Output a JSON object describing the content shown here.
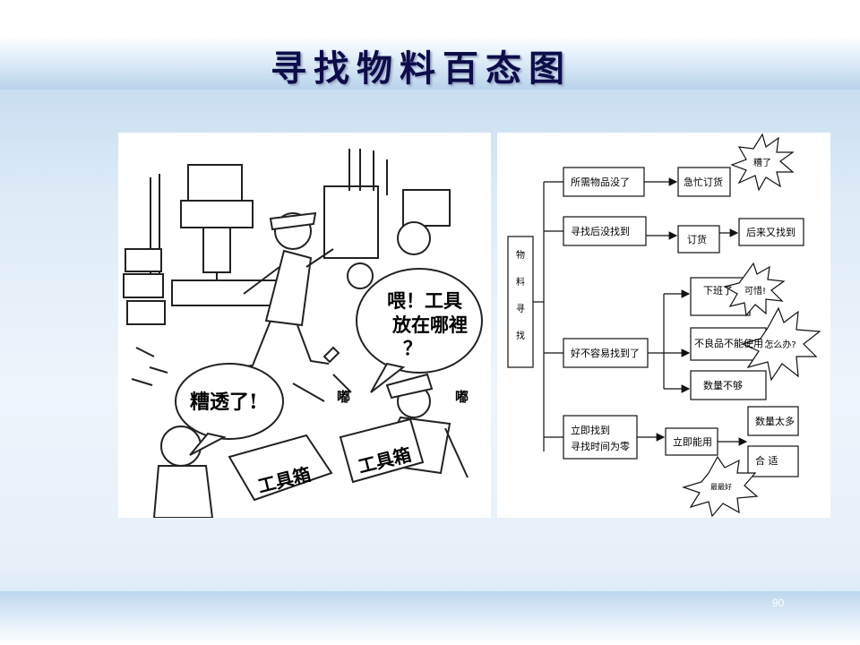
{
  "slide": {
    "title": "寻找物料百态图",
    "page_number": "90"
  },
  "cartoon": {
    "bubble_right": [
      "喂！工具",
      "放在哪裡",
      "？"
    ],
    "bubble_left": "糟透了!",
    "toolbox_left": "工具箱",
    "toolbox_right": "工具箱",
    "sfx_1": "嘟",
    "sfx_2": "嘟"
  },
  "flowchart": {
    "root": [
      "物",
      "料",
      "寻",
      "找"
    ],
    "branch_1": {
      "label": "所需物品没了",
      "next": "急忙订货",
      "burst": "糟了"
    },
    "branch_2": {
      "label": "寻找后没找到",
      "next": "订货",
      "next2": "后来又找到"
    },
    "branch_3": {
      "label": "好不容易找到了",
      "outcomes": [
        "下班了",
        "不良品不能使用",
        "数量不够"
      ],
      "burst_a": "可惜!",
      "burst_b": "怎么办?"
    },
    "branch_4": {
      "label_line1": "立即找到",
      "label_line2": "寻找时间为零",
      "next": "立即能用",
      "outcomes": [
        "数量太多",
        "合 适"
      ],
      "burst": "最最好"
    }
  }
}
